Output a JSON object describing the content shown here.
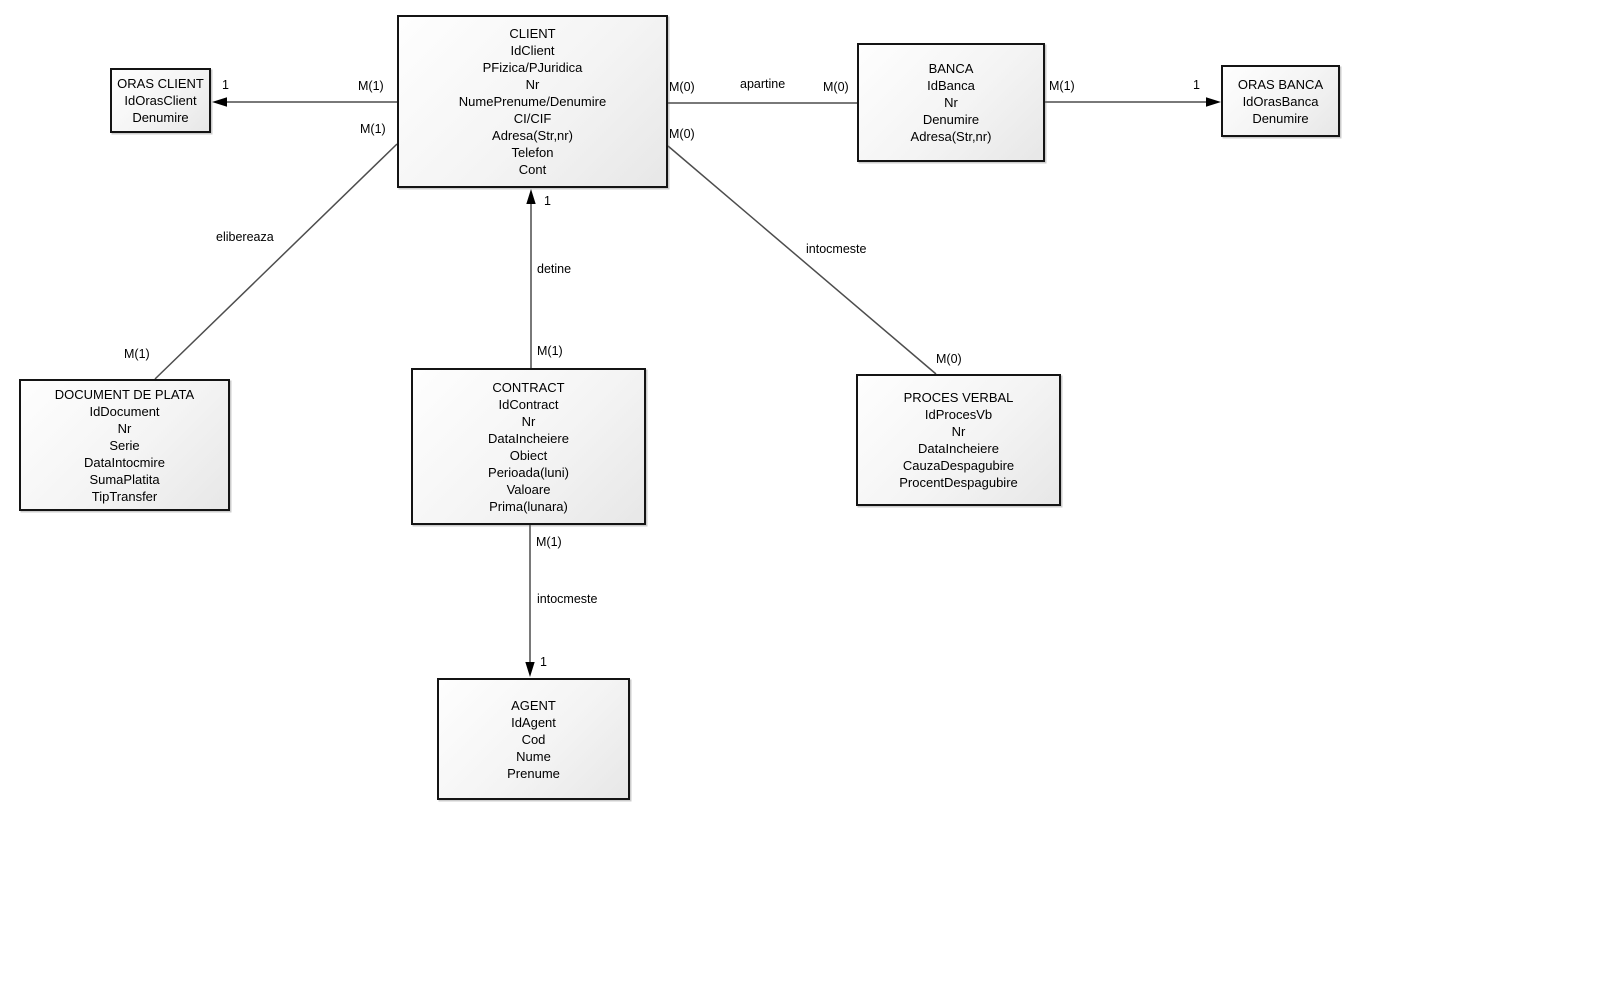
{
  "palette": {
    "background": "#ffffff",
    "line_color": "#4d4d4d",
    "entity_border": "#141414",
    "entity_fill_light": "#fefefe",
    "entity_fill_dark": "#e7e7e7",
    "text_color": "#000000"
  },
  "entities": [
    {
      "id": "client",
      "title": "CLIENT",
      "attributes": [
        "IdClient",
        "PFizica/PJuridica",
        "Nr",
        "NumePrenume/Denumire",
        "CI/CIF",
        "Adresa(Str,nr)",
        "Telefon",
        "Cont"
      ]
    },
    {
      "id": "oras-client",
      "title": "ORAS CLIENT",
      "attributes": [
        "IdOrasClient",
        "Denumire"
      ]
    },
    {
      "id": "banca",
      "title": "BANCA",
      "attributes": [
        "IdBanca",
        "Nr",
        "Denumire",
        "Adresa(Str,nr)"
      ]
    },
    {
      "id": "oras-banca",
      "title": "ORAS BANCA",
      "attributes": [
        "IdOrasBanca",
        "Denumire"
      ]
    },
    {
      "id": "document-de-plata",
      "title": "DOCUMENT DE PLATA",
      "attributes": [
        "IdDocument",
        "Nr",
        "Serie",
        "DataIntocmire",
        "SumaPlatita",
        "TipTransfer"
      ]
    },
    {
      "id": "contract",
      "title": "CONTRACT",
      "attributes": [
        "IdContract",
        "Nr",
        "DataIncheiere",
        "Obiect",
        "Perioada(luni)",
        "Valoare",
        "Prima(lunara)"
      ]
    },
    {
      "id": "proces-verbal",
      "title": "PROCES VERBAL",
      "attributes": [
        "IdProcesVb",
        "Nr",
        "DataIncheiere",
        "CauzaDespagubire",
        "ProcentDespagubire"
      ]
    },
    {
      "id": "agent",
      "title": "AGENT",
      "attributes": [
        "IdAgent",
        "Cod",
        "Nume",
        "Prenume"
      ]
    }
  ],
  "relationships": [
    {
      "from": "CLIENT",
      "to": "ORAS CLIENT",
      "label": "",
      "from_card": "M(1)",
      "to_card": "1"
    },
    {
      "from": "CLIENT",
      "to": "DOCUMENT DE PLATA",
      "label": "elibereaza",
      "from_card": "M(1)",
      "to_card": "M(1)"
    },
    {
      "from": "CONTRACT",
      "to": "CLIENT",
      "label": "detine",
      "from_card": "M(1)",
      "to_card": "1"
    },
    {
      "from": "CLIENT",
      "to": "BANCA",
      "label": "apartine",
      "from_card": "M(0)",
      "to_card": "M(0)"
    },
    {
      "from": "CLIENT",
      "to": "PROCES VERBAL",
      "label": "intocmeste",
      "from_card": "M(0)",
      "to_card": "M(0)"
    },
    {
      "from": "BANCA",
      "to": "ORAS BANCA",
      "label": "",
      "from_card": "M(1)",
      "to_card": "1"
    },
    {
      "from": "CONTRACT",
      "to": "AGENT",
      "label": "intocmeste",
      "from_card": "M(1)",
      "to_card": "1"
    }
  ]
}
